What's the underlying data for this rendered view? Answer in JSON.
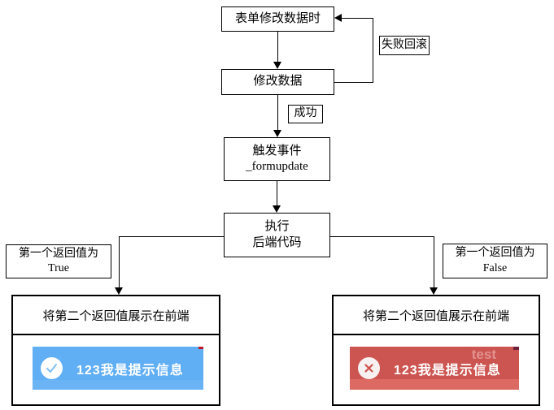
{
  "flowchart": {
    "nodes": {
      "form_edit": "表单修改数据时",
      "modify_data": "修改数据",
      "fail_rollback": "失败回滚",
      "success": "成功",
      "trigger_event": [
        "触发事件",
        "_formupdate"
      ],
      "execute_backend": [
        "执行",
        "后端代码"
      ],
      "branch_true": [
        "第一个返回值为",
        "True"
      ],
      "branch_false": [
        "第一个返回值为",
        "False"
      ]
    },
    "results": {
      "left": {
        "label": "将第二个返回值展示在前端",
        "toast": {
          "message": "123我是提示信息",
          "icon": "check-icon",
          "bg": "#60aef3",
          "strip": "#6ab4f5",
          "icon_color": "#7ec0f2"
        }
      },
      "right": {
        "label": "将第二个返回值展示在前端",
        "toast": {
          "message": "123我是提示信息",
          "icon": "close-icon",
          "bg": "#cc5551",
          "strip": "#dc6a62",
          "icon_color": "#cf514d",
          "watermark": "test"
        }
      }
    },
    "line_color": "#000000"
  }
}
